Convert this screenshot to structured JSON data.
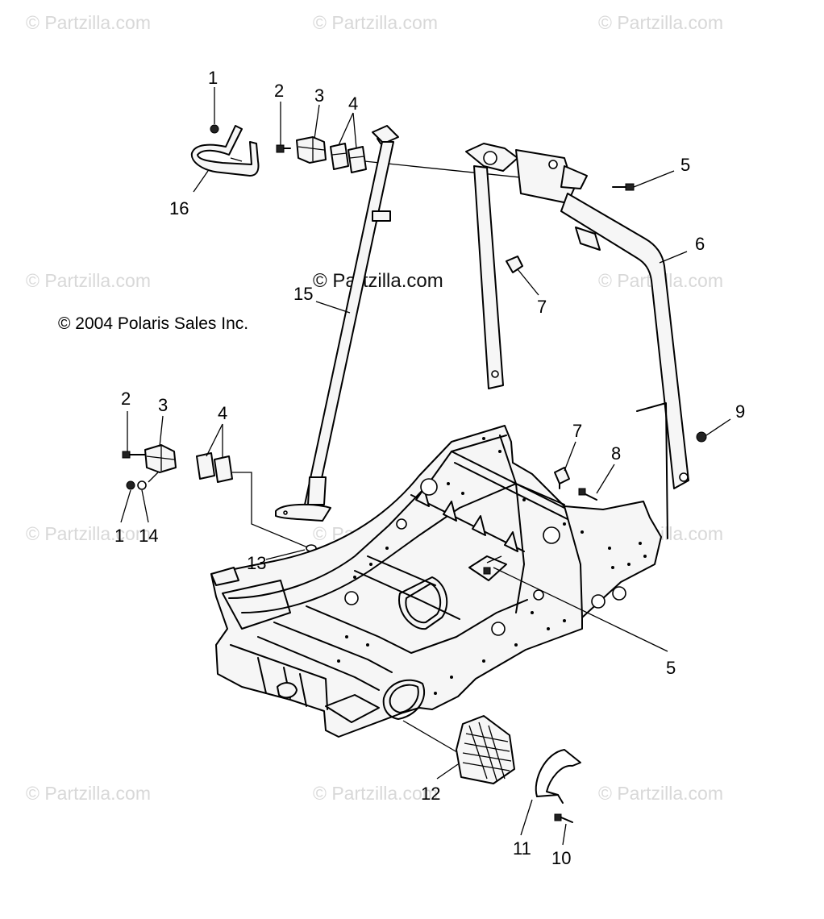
{
  "diagram": {
    "watermark_text": "© Partzilla.com",
    "center_watermark_text": "© Partzilla.com",
    "copyright_text": "© 2004 Polaris Sales Inc.",
    "callouts": {
      "c1a": "1",
      "c2a": "2",
      "c3a": "3",
      "c4a": "4",
      "c16": "16",
      "c15": "15",
      "c5a": "5",
      "c6": "6",
      "c7a": "7",
      "c2b": "2",
      "c3b": "3",
      "c4b": "4",
      "c1b": "1",
      "c14": "14",
      "c7b": "7",
      "c8": "8",
      "c9": "9",
      "c13": "13",
      "c5b": "5",
      "c12": "12",
      "c11": "11",
      "c10": "10"
    }
  }
}
